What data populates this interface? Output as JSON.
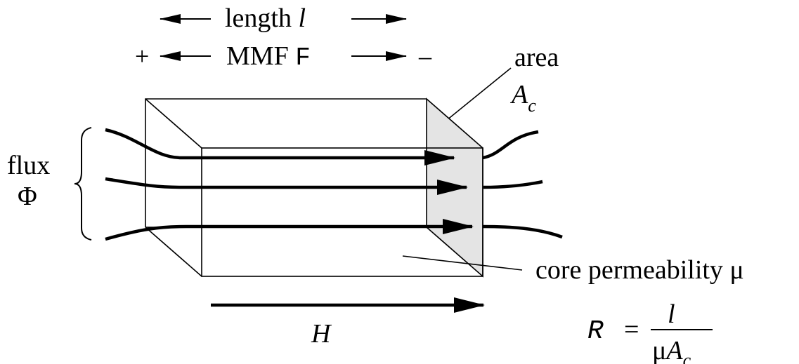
{
  "labels": {
    "length_word": "length",
    "length_symbol": "l",
    "mmf_word": "MMF",
    "mmf_symbol": "F",
    "plus": "+",
    "minus": "–",
    "area_word": "area",
    "area_symbol": "A",
    "area_subscript": "c",
    "flux_word": "flux",
    "flux_symbol": "Φ",
    "permeability": "core permeability μ",
    "field_symbol": "H"
  },
  "formula": {
    "lhs": "R",
    "equals": "=",
    "numerator": "l",
    "denominator_mu": "μ",
    "denominator_A": "A",
    "denominator_subscript": "c"
  },
  "colors": {
    "stroke": "#000000",
    "face_fill": "#e4e4e4",
    "background": "#ffffff"
  }
}
